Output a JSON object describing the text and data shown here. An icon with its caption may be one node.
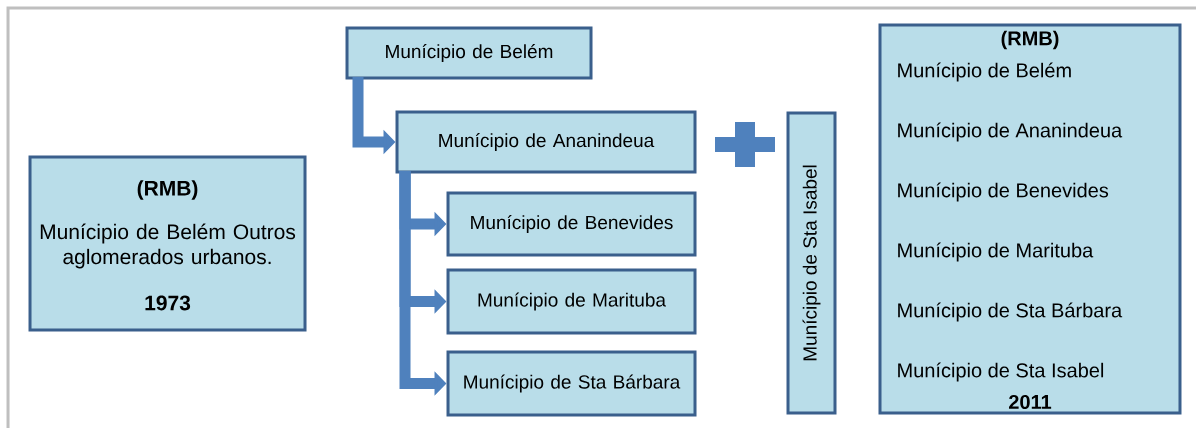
{
  "diagram": {
    "nodes": [
      {
        "text": [
          "(RMB)",
          "Munícipio de Belém Outros aglomerados urbanos.",
          "1973"
        ]
      },
      {
        "text": [
          "Munícipio de Belém"
        ]
      },
      {
        "text": [
          "Munícipio de Ananindeua"
        ]
      },
      {
        "text": [
          "Munícipio de Benevides"
        ]
      },
      {
        "text": [
          "Munícipio de Marituba"
        ]
      },
      {
        "text": [
          "Munícipio de Sta Bárbara"
        ]
      },
      {
        "text": [
          "Munícipio de Sta Isabel"
        ]
      },
      {
        "text": [
          "(RMB)",
          "Munícipio de Belém",
          "Munícipio de Ananindeua",
          "Munícipio de Benevides",
          "Munícipio de Marituba",
          "Munícipio de Sta Bárbara",
          "Munícipio de Sta Isabel",
          "2011"
        ]
      }
    ],
    "edges": [
      {
        "from": 1,
        "to": 2,
        "arrow": "to"
      },
      {
        "from": 2,
        "to": 3,
        "arrow": "to"
      },
      {
        "from": 2,
        "to": 4,
        "arrow": "to"
      },
      {
        "from": 2,
        "to": 5,
        "arrow": "to"
      }
    ]
  }
}
